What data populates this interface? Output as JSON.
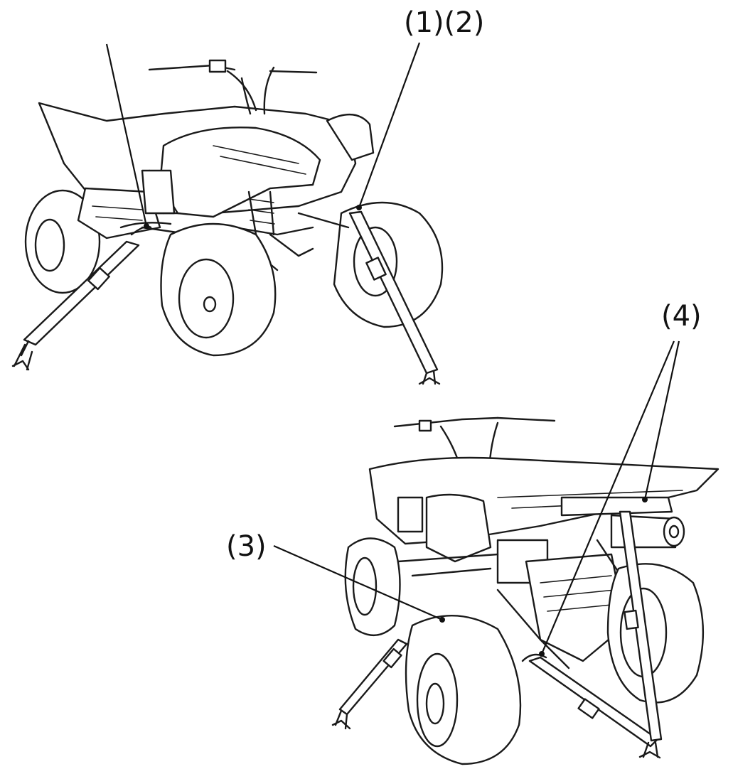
{
  "callouts": {
    "front_straps": "(1)(2)",
    "rear_left_axle": "(3)",
    "rear_straps": "(4)"
  },
  "colors": {
    "ink": "#1a1a1a",
    "background": "#ffffff"
  }
}
